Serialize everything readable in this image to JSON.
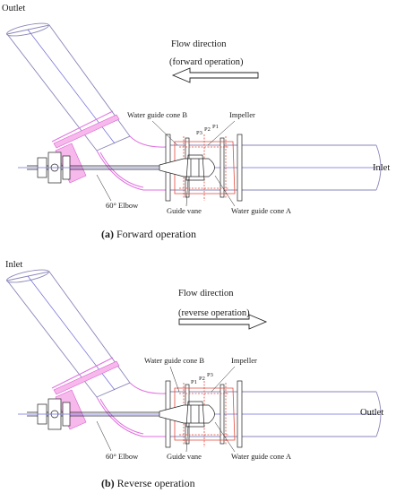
{
  "panels": [
    {
      "id": "a",
      "caption_letter": "(a)",
      "caption_text": " Forward operation",
      "end_left": "Outlet",
      "end_right": "Inlet",
      "flow_title": "Flow direction",
      "flow_sub": "(forward operation)",
      "labels": {
        "cone_b": "Water guide cone B",
        "impeller": "Impeller",
        "p3": "P3",
        "p2": "P2",
        "p1": "P1",
        "elbow": "60° Elbow",
        "guide_vane": "Guide vane",
        "cone_a": "Water guide cone A"
      }
    },
    {
      "id": "b",
      "caption_letter": "(b)",
      "caption_text": " Reverse operation",
      "end_left": "Inlet",
      "end_right": "Outlet",
      "flow_title": "Flow direction",
      "flow_sub": "(reverse operation)",
      "labels": {
        "cone_b": "Water guide cone B",
        "impeller": "Impeller",
        "p3": "P3",
        "p2": "P2",
        "p1": "P1",
        "elbow": "60° Elbow",
        "guide_vane": "Guide vane",
        "cone_a": "Water guide cone A"
      }
    }
  ],
  "colors": {
    "pipe": "#8a86b8",
    "axis": "#6f6bd8",
    "elbow_flange": "#e071e0",
    "impeller_section": "#e24a3a"
  }
}
